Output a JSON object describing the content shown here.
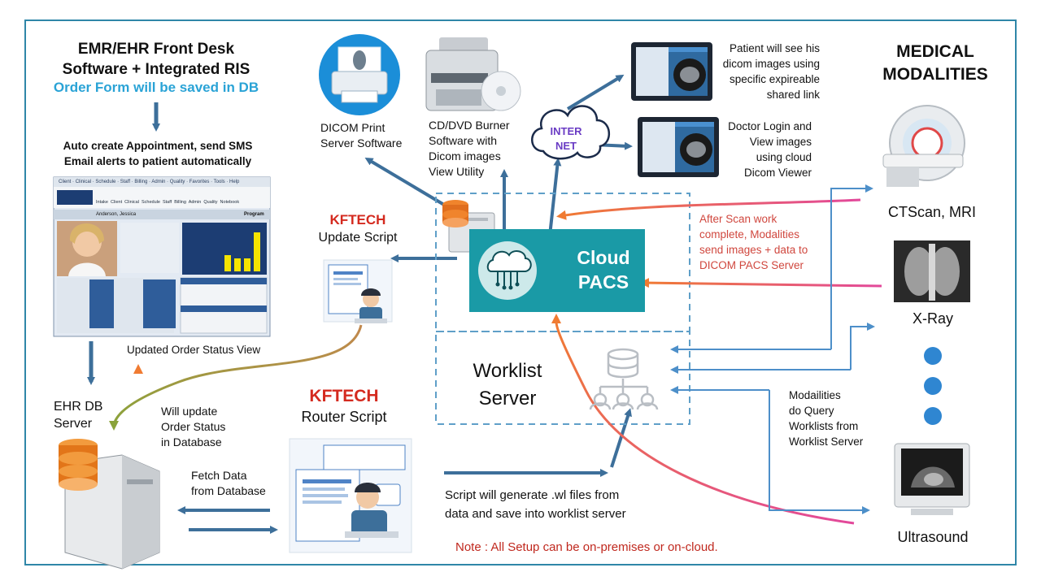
{
  "emr": {
    "title_line1": "EMR/EHR Front Desk",
    "title_line2": "Software + Integrated RIS",
    "subtitle": "Order Form will be saved in DB",
    "auto_line1": "Auto create Appointment, send SMS",
    "auto_line2": "Email alerts to patient automatically",
    "app_nav": [
      "Client",
      "Clinical",
      "Schedule",
      "Staff",
      "Billing",
      "Admin",
      "Quality",
      "Favorites",
      "Tools",
      "Help"
    ],
    "app_toolbar": [
      "Intake",
      "Client",
      "Clinical",
      "Schedule",
      "Staff",
      "Billing",
      "Admin",
      "Quality",
      "Notebook"
    ],
    "app_client": "Anderson, Jessica",
    "app_program_btn": "Program",
    "updated_order_status_view": "Updated Order Status View"
  },
  "db": {
    "label_line1": "EHR DB",
    "label_line2": "Server",
    "will_update_line1": "Will update",
    "will_update_line2": "Order Status",
    "will_update_line3": "in Database",
    "fetch_line1": "Fetch Data",
    "fetch_line2": "from Database"
  },
  "print": {
    "label_line1": "DICOM Print",
    "label_line2": "Server Software"
  },
  "cd": {
    "label_line1": "CD/DVD Burner",
    "label_line2": "Software with",
    "label_line3": "Dicom images",
    "label_line4": "View Utility"
  },
  "internet": {
    "line1": "INTER",
    "line2": "NET"
  },
  "patient_view": {
    "line1": "Patient will see his",
    "line2": "dicom images using",
    "line3": "specific expireable",
    "line4": "shared link"
  },
  "doctor_view": {
    "line1": "Doctor Login and",
    "line2": "View images",
    "line3": "using cloud",
    "line4": "Dicom Viewer"
  },
  "update_script": {
    "brand": "KFTECH",
    "label": "Update Script"
  },
  "router_script": {
    "brand": "KFTECH",
    "label": "Router Script"
  },
  "cloud_pacs": {
    "line1": "Cloud",
    "line2": "PACS"
  },
  "worklist": {
    "line1": "Worklist",
    "line2": "Server"
  },
  "scan_note": {
    "line1": "After Scan work",
    "line2": "complete, Modalities",
    "line3": "send images + data to",
    "line4": "DICOM PACS Server"
  },
  "query_note": {
    "line1": "Modailities",
    "line2": "do Query",
    "line3": "Worklists from",
    "line4": "Worklist Server"
  },
  "script_note": {
    "line1": "Script will generate .wl files from",
    "line2": "data and save into worklist server"
  },
  "footer_note": "Note : All Setup can be on-premises or on-cloud.",
  "modalities": {
    "title_line1": "MEDICAL",
    "title_line2": "MODALITIES",
    "ct": "CTScan, MRI",
    "xray": "X-Ray",
    "ultrasound": "Ultrasound"
  },
  "colors": {
    "frame": "#2f86a8",
    "arrow_blue": "#3d6f9a",
    "pacs_teal": "#1a9aa6",
    "red_text": "#d42a1f",
    "dot_blue": "#2f86d1",
    "gradient_pink": "#e2489b",
    "gradient_orange": "#f07b32"
  }
}
